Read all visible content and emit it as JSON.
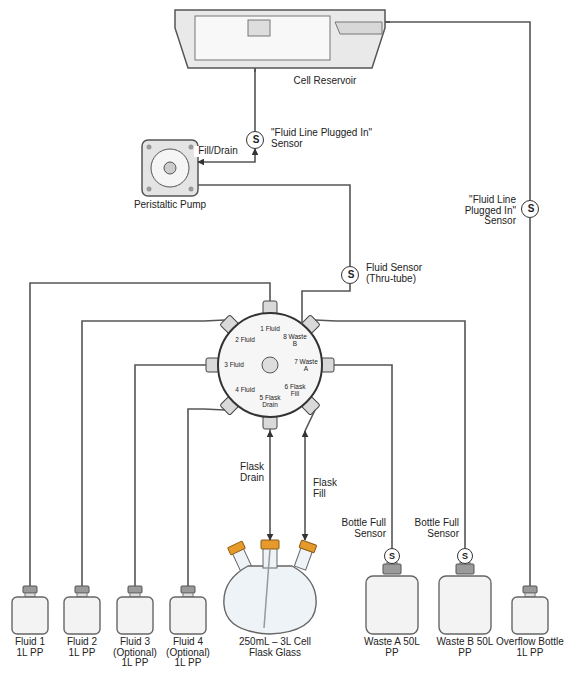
{
  "diagram": {
    "nodes": [
      {
        "text": [
          "Cell Reservoir"
        ]
      },
      {
        "text": [
          "S",
          "\"Fluid Line Plugged In\" Sensor"
        ]
      },
      {
        "text": [
          "S",
          "\"Fluid Line Plugged In\" Sensor"
        ]
      },
      {
        "text": [
          "Peristaltic Pump"
        ]
      },
      {
        "text": [
          "S",
          "Fluid Sensor (Thru-tube)"
        ]
      },
      {
        "text": [
          "1 Fluid",
          "2 Fluid",
          "3 Fluid",
          "4 Fluid",
          "5 Flask Drain",
          "6 Flask Fill",
          "7 Waste A",
          "8 Waste B"
        ]
      },
      {
        "text": [
          "Fluid 1 1L PP"
        ]
      },
      {
        "text": [
          "Fluid 2 1L PP"
        ]
      },
      {
        "text": [
          "Fluid 3 (Optional) 1L PP"
        ]
      },
      {
        "text": [
          "Fluid 4 (Optional) 1L PP"
        ]
      },
      {
        "text": [
          "250mL – 3L Cell Flask Glass"
        ]
      },
      {
        "text": [
          "S",
          "Bottle Full Sensor",
          "Waste A 50L PP"
        ]
      },
      {
        "text": [
          "S",
          "Bottle Full Sensor",
          "Waste B 50L PP"
        ]
      },
      {
        "text": [
          "Overflow Bottle 1L PP"
        ]
      }
    ],
    "edges": [
      {
        "from": 0,
        "to": 1,
        "arrow": "none"
      },
      {
        "from": 3,
        "to": 1,
        "label": "Fill/Drain",
        "arrow": "both"
      },
      {
        "from": 0,
        "to": 2,
        "arrow": "none"
      },
      {
        "from": 2,
        "to": 13,
        "arrow": "none"
      },
      {
        "from": 3,
        "to": 4,
        "arrow": "none"
      },
      {
        "from": 4,
        "to": 5,
        "arrow": "none"
      },
      {
        "from": 5,
        "to": 6,
        "arrow": "none"
      },
      {
        "from": 5,
        "to": 7,
        "arrow": "none"
      },
      {
        "from": 5,
        "to": 8,
        "arrow": "none"
      },
      {
        "from": 5,
        "to": 9,
        "arrow": "none"
      },
      {
        "from": 5,
        "to": 11,
        "arrow": "none"
      },
      {
        "from": 5,
        "to": 12,
        "arrow": "none"
      },
      {
        "from": 5,
        "to": 10,
        "label": "Flask Drain",
        "arrow": "both"
      },
      {
        "from": 5,
        "to": 10,
        "label": "Flask Fill",
        "arrow": "both"
      }
    ]
  }
}
